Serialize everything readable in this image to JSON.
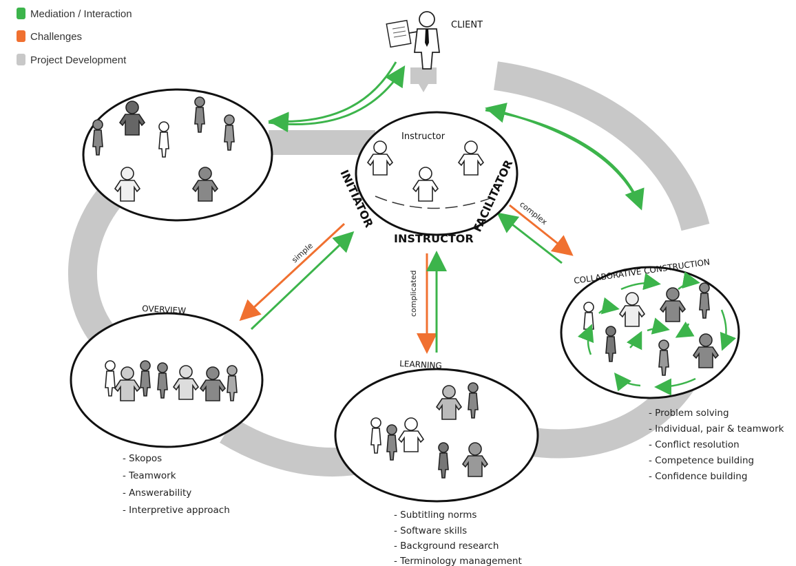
{
  "legend": [
    {
      "label": "Mediation / Interaction",
      "color": "#3cb44b"
    },
    {
      "label": "Challenges",
      "color": "#f07030"
    },
    {
      "label": "Project Development",
      "color": "#c8c8c8"
    }
  ],
  "client": {
    "label": "CLIENT"
  },
  "instructor": {
    "heading": "Instructor",
    "roles": [
      "INITIATOR",
      "INSTRUCTOR",
      "FACILITATOR"
    ]
  },
  "nodes": {
    "overview": {
      "title": "OVERVIEW",
      "items": [
        "- Skopos",
        "- Teamwork",
        "- Answerability",
        "- Interpretive approach"
      ]
    },
    "learning": {
      "title": "LEARNING",
      "items": [
        "- Subtitling norms",
        "- Software skills",
        "- Background research",
        "- Terminology management"
      ]
    },
    "collaborative": {
      "title": "COLLABORATIVE CONSTRUCTION",
      "items": [
        "- Problem solving",
        "- Individual, pair & teamwork",
        "- Conflict resolution",
        "- Competence building",
        "- Confidence building"
      ]
    }
  },
  "arrow_labels": {
    "simple": "simple",
    "complicated": "complicated",
    "complex": "complex"
  },
  "colors": {
    "green": "#3cb44b",
    "orange": "#f07030",
    "gray": "#c8c8c8",
    "outline": "#111111"
  }
}
